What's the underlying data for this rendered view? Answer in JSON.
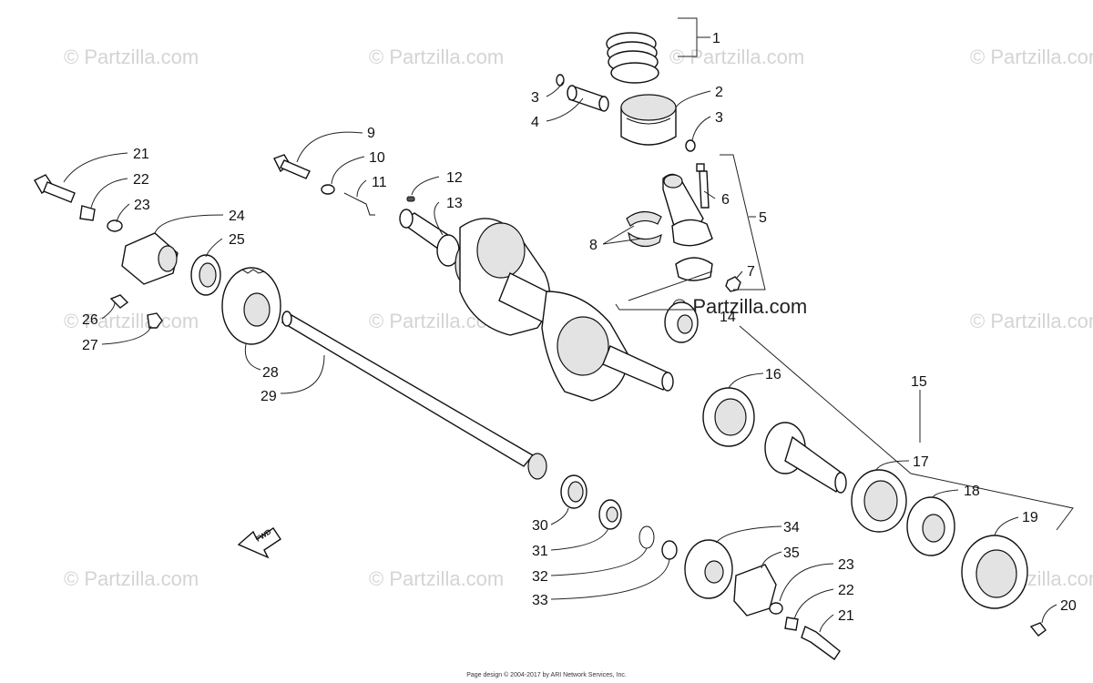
{
  "watermark": {
    "text": "© Partzilla.com",
    "emphasized_text": "© Partzilla.com"
  },
  "fwd_label": "FWD",
  "callouts": [
    "1",
    "2",
    "3",
    "3",
    "4",
    "5",
    "6",
    "7",
    "8",
    "9",
    "10",
    "11",
    "12",
    "13",
    "14",
    "15",
    "16",
    "17",
    "18",
    "19",
    "20",
    "21",
    "21",
    "22",
    "22",
    "23",
    "23",
    "24",
    "25",
    "26",
    "27",
    "28",
    "29",
    "30",
    "31",
    "32",
    "33",
    "34",
    "35"
  ],
  "footer": "Page design © 2004-2017 by ARI Network Services, Inc."
}
